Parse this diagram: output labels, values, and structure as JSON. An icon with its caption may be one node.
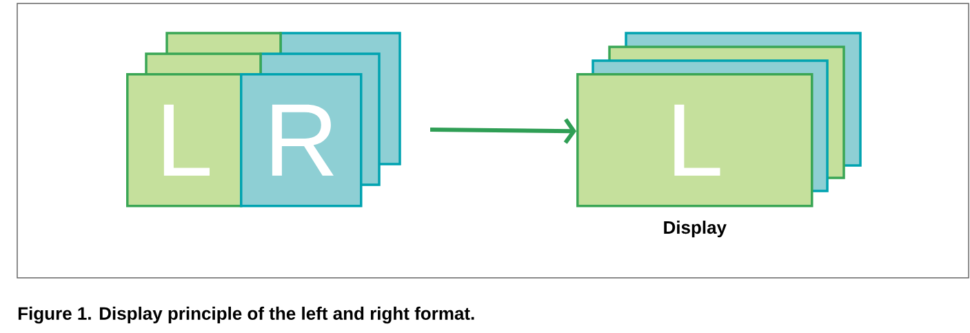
{
  "diagram": {
    "caption": "Figure 1. Display principle of the left and right format.",
    "nodes": [
      {
        "text": [
          "L"
        ]
      },
      {
        "text": [
          "R"
        ]
      },
      {
        "text": [
          "L"
        ],
        "beside": [
          "Display"
        ]
      }
    ],
    "edges": [
      {
        "from": null,
        "to": 2,
        "arrow": "to"
      }
    ]
  }
}
